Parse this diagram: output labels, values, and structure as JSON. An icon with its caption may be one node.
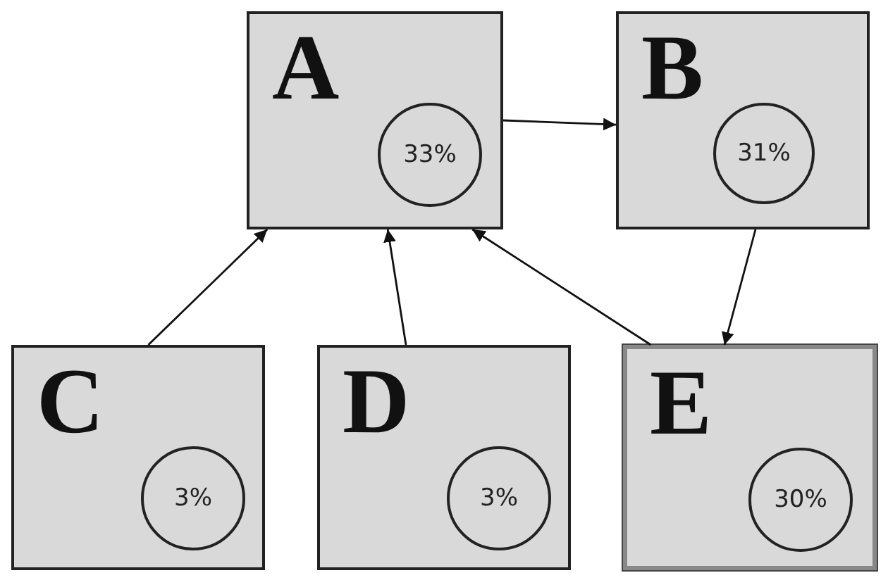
{
  "diagram": {
    "nodes": [
      {
        "text": [
          "A"
        ]
      },
      {
        "text": [
          "33%"
        ],
        "in": 0
      },
      {
        "text": [
          "B"
        ]
      },
      {
        "text": [
          "31%"
        ],
        "in": 2
      },
      {
        "text": [
          "C"
        ]
      },
      {
        "text": [
          "3%"
        ],
        "in": 4
      },
      {
        "text": [
          "D"
        ]
      },
      {
        "text": [
          "3%"
        ],
        "in": 6
      },
      {
        "text": [
          "E"
        ]
      },
      {
        "text": [
          "30%"
        ],
        "in": 8
      }
    ],
    "edges": [
      {
        "from": 0,
        "to": 2,
        "arrow": "to"
      },
      {
        "from": 2,
        "to": 8,
        "arrow": "to"
      },
      {
        "from": 4,
        "to": 0,
        "arrow": "to"
      },
      {
        "from": 6,
        "to": 0,
        "arrow": "to"
      },
      {
        "from": 8,
        "to": 0,
        "arrow": "to"
      }
    ]
  }
}
